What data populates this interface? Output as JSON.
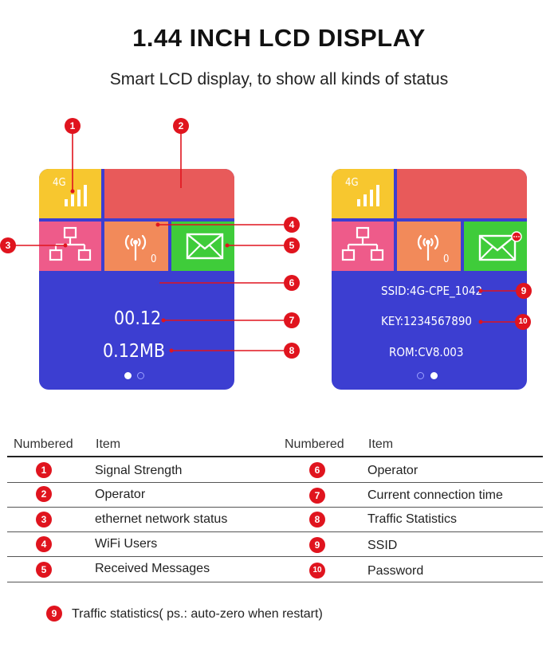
{
  "header": {
    "title": "1.44 INCH LCD DISPLAY",
    "subtitle": "Smart LCD display, to show all kinds of status"
  },
  "colors": {
    "screen_bg": "#3c3ed1",
    "signal_tile": "#f7c72f",
    "operator_tile": "#e85a5a",
    "ethernet_tile": "#ee5b8a",
    "wifi_tile": "#f28a5a",
    "message_tile": "#3fcc3a",
    "marker": "#e0141e"
  },
  "screen_left": {
    "signal_label": "4G",
    "wifi_users": "0",
    "connection_time": "00.12",
    "traffic": "0.12MB",
    "page_dots": [
      "active",
      "inactive"
    ]
  },
  "screen_right": {
    "signal_label": "4G",
    "wifi_users": "0",
    "ssid": "SSID:4G-CPE_1042",
    "key": "KEY:1234567890",
    "rom": "ROM:CV8.003",
    "page_dots": [
      "inactive",
      "active"
    ]
  },
  "callouts": {
    "left": [
      "1",
      "2",
      "3",
      "4",
      "5",
      "6",
      "7",
      "8"
    ],
    "right": [
      "9",
      "10"
    ]
  },
  "table": {
    "headers": [
      "Numbered",
      "Item",
      "Numbered",
      "Item"
    ],
    "rows": [
      {
        "num_a": "1",
        "item_a": "Signal Strength",
        "num_b": "6",
        "item_b": "Operator"
      },
      {
        "num_a": "2",
        "item_a": "Operator",
        "num_b": "7",
        "item_b": "Current connection time"
      },
      {
        "num_a": "3",
        "item_a": "ethernet network status",
        "num_b": "8",
        "item_b": "Traffic Statistics"
      },
      {
        "num_a": "4",
        "item_a": "WiFi Users",
        "num_b": "9",
        "item_b": "SSID"
      },
      {
        "num_a": "5",
        "item_a": "Received Messages",
        "num_b": "10",
        "item_b": "Password"
      }
    ]
  },
  "footnote": {
    "number": "9",
    "text": "Traffic statistics( ps.: auto-zero when restart)"
  }
}
